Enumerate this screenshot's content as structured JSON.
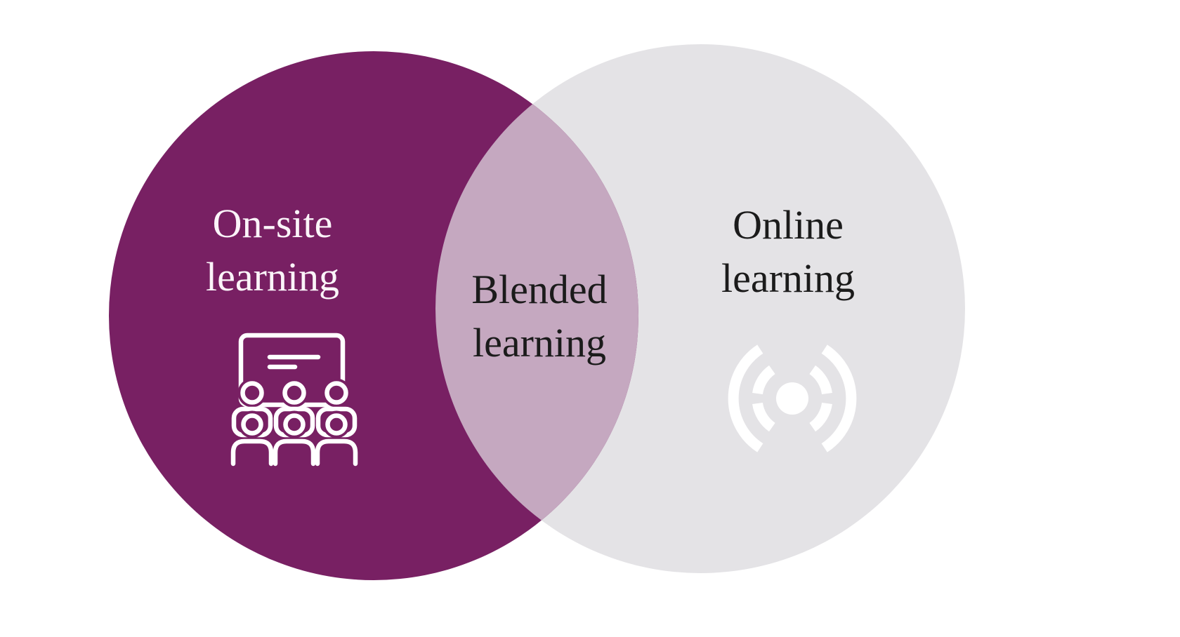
{
  "background_color": "#FFFFFF",
  "venn": {
    "left": {
      "id": "on-site-learning",
      "line1": "On-site",
      "line2": "learning",
      "fill": "#782063",
      "text_color": "#FBF4F9"
    },
    "right": {
      "id": "online-learning",
      "line1": "Online",
      "line2": "learning",
      "fill": "#E4E3E6",
      "text_color": "#1B1B1B"
    },
    "overlap": {
      "id": "blended-learning",
      "line1": "Blended",
      "line2": "learning",
      "fill": "#C5A8C0",
      "text_color": "#1B1B1B"
    },
    "icons": {
      "left": "classroom-audience-icon",
      "right": "broadcast-signal-icon",
      "color": "#FFFFFF"
    }
  }
}
